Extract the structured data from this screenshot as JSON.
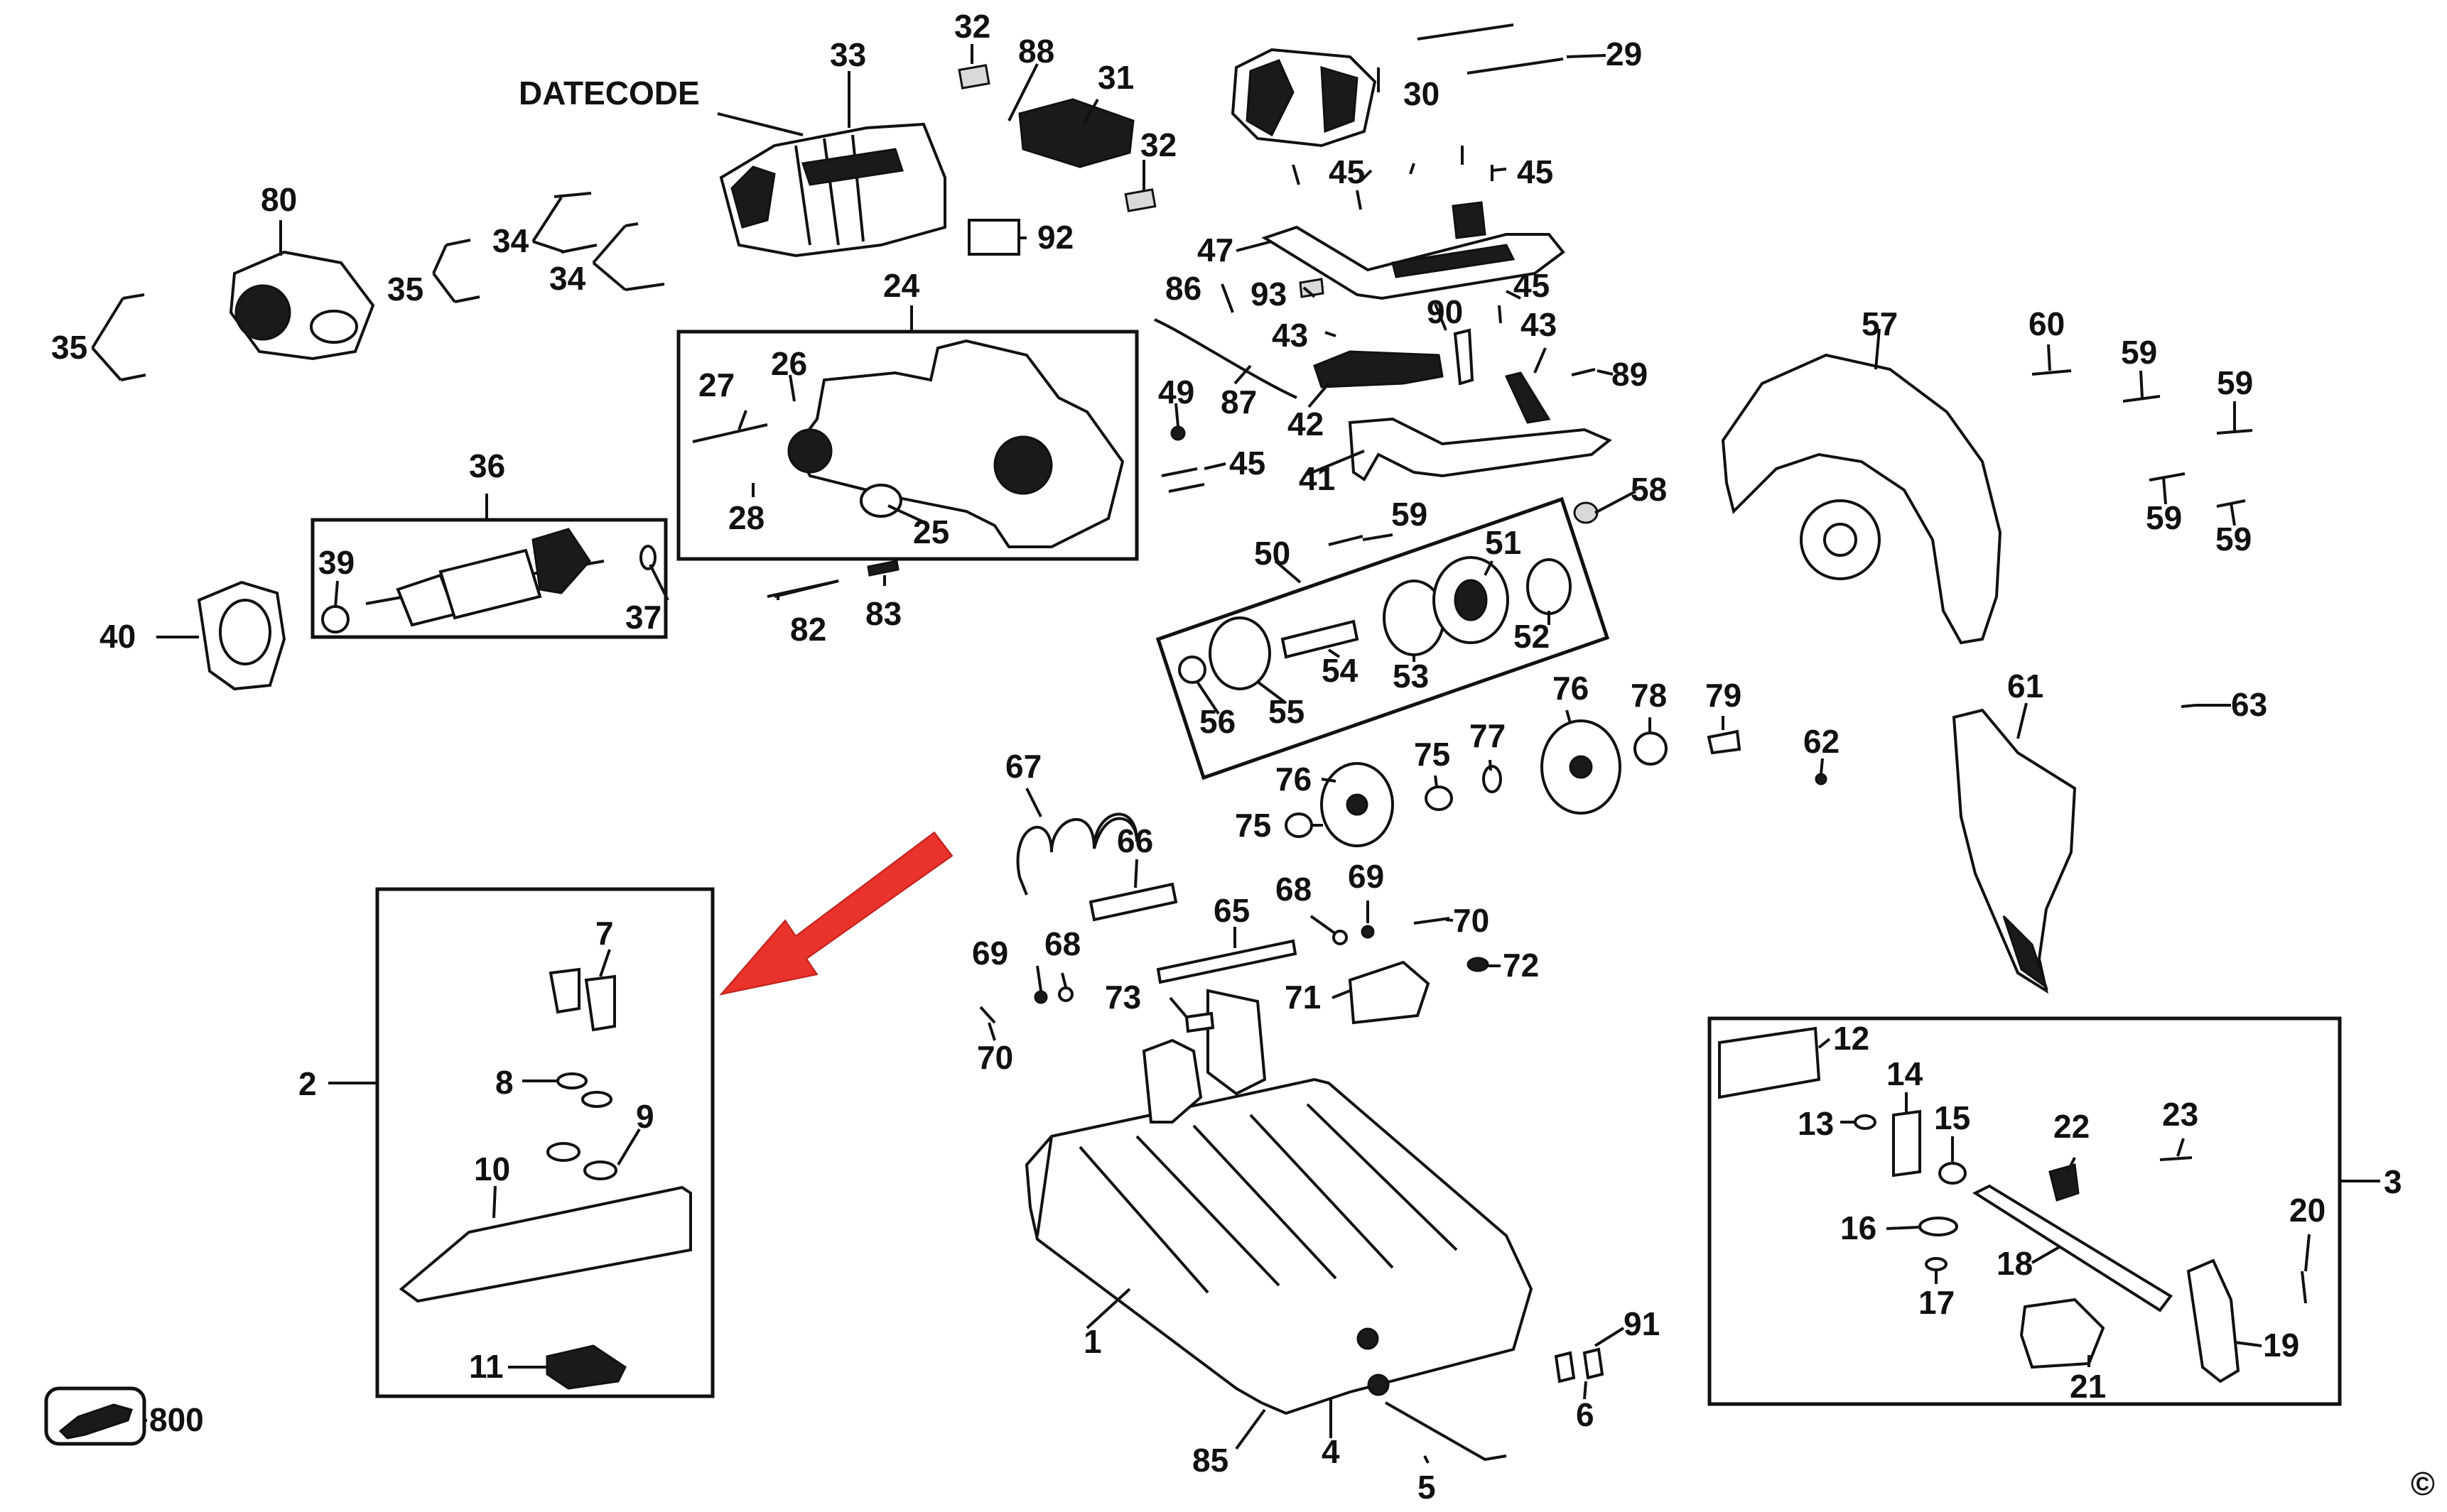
{
  "diagram": {
    "type": "exploded-parts-diagram",
    "datecode_label": "DATECODE",
    "copyright_symbol": "©",
    "arrow_color": "#e8322b",
    "labels": [
      "1",
      "2",
      "3",
      "4",
      "5",
      "6",
      "7",
      "8",
      "9",
      "10",
      "11",
      "12",
      "13",
      "14",
      "15",
      "16",
      "17",
      "18",
      "19",
      "20",
      "21",
      "22",
      "23",
      "24",
      "25",
      "26",
      "27",
      "28",
      "29",
      "30",
      "31",
      "32",
      "33",
      "34",
      "35",
      "36",
      "37",
      "39",
      "40",
      "41",
      "42",
      "43",
      "45",
      "47",
      "49",
      "50",
      "51",
      "52",
      "53",
      "54",
      "55",
      "56",
      "57",
      "58",
      "59",
      "60",
      "61",
      "62",
      "63",
      "65",
      "66",
      "67",
      "68",
      "69",
      "70",
      "71",
      "72",
      "73",
      "75",
      "76",
      "77",
      "78",
      "79",
      "80",
      "82",
      "83",
      "85",
      "86",
      "87",
      "88",
      "89",
      "90",
      "91",
      "92",
      "93",
      "800"
    ]
  }
}
